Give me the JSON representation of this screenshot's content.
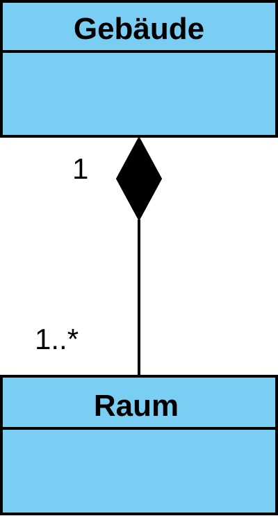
{
  "diagram": {
    "colors": {
      "class_fill": "#7acdf3",
      "stroke": "#000000",
      "diamond": "#000000"
    },
    "classes": {
      "whole": {
        "name": "Gebäude"
      },
      "part": {
        "name": "Raum"
      }
    },
    "association": {
      "kind": "composition",
      "whole_multiplicity": "1",
      "part_multiplicity": "1..*"
    }
  }
}
